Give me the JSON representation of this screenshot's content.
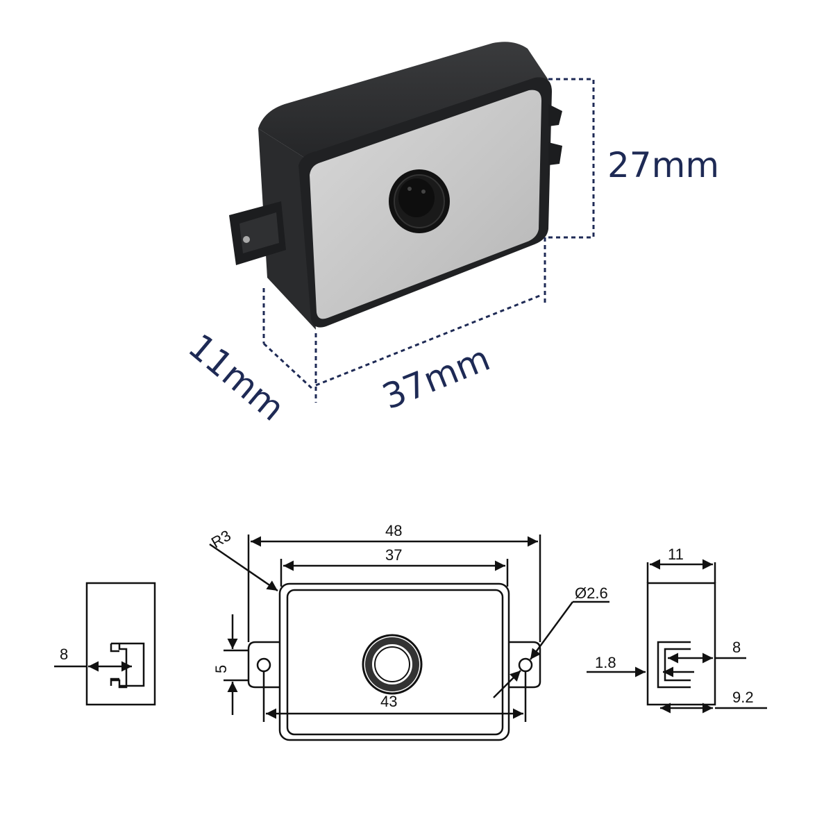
{
  "photo_view": {
    "height_label": "27mm",
    "width_label": "37mm",
    "depth_label": "11mm",
    "label_color": "#1e2a55",
    "body_color": "#2b2c2e",
    "face_color": "#c9c9c9"
  },
  "drawing": {
    "front_view": {
      "overall_width": "48",
      "body_width": "37",
      "corner_radius": "R3",
      "hole_diameter": "Ø2.6",
      "tab_height": "5",
      "hole_spacing": "43"
    },
    "left_view": {
      "slot_depth": "8"
    },
    "right_view": {
      "thickness": "11",
      "slot_depth": "8",
      "wall_offset": "1.8",
      "slot_total": "9.2"
    }
  }
}
